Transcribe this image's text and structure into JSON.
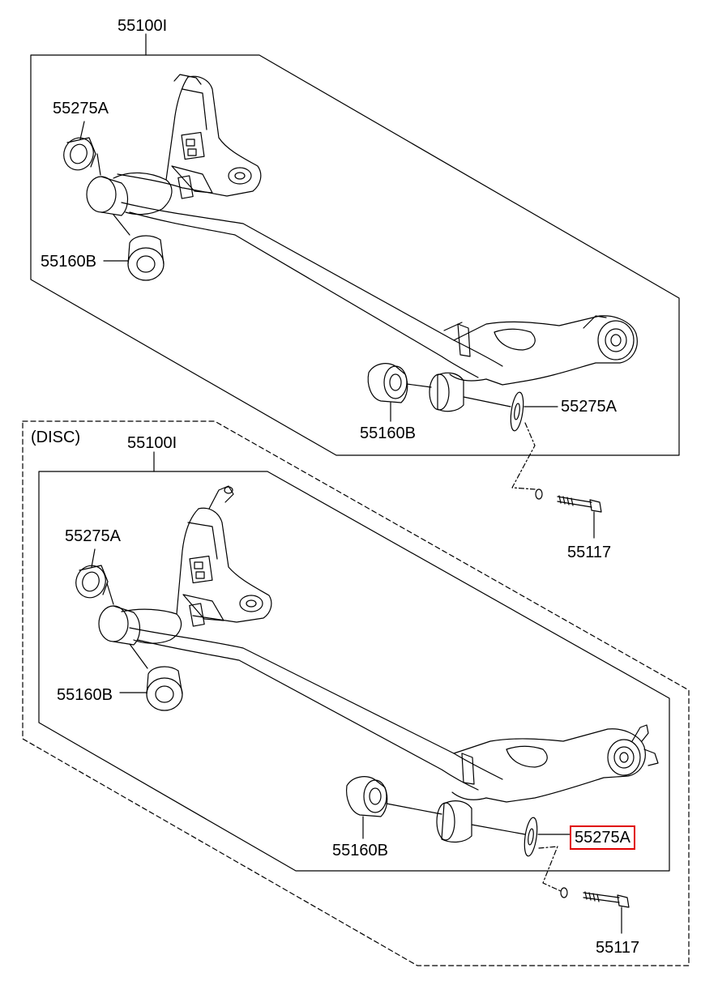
{
  "upper_assembly": {
    "assembly_label": "55100I",
    "labels": {
      "bushing_seat_left": "55275A",
      "bushing_left": "55160B",
      "bushing_right": "55160B",
      "bushing_seat_right": "55275A",
      "bolt": "55117"
    }
  },
  "disc_assembly": {
    "variant_label": "(DISC)",
    "assembly_label": "55100I",
    "labels": {
      "bushing_seat_left": "55275A",
      "bushing_left": "55160B",
      "bushing_right": "55160B",
      "bushing_seat_right": "55275A",
      "bolt": "55117"
    },
    "highlighted_label": "55275A",
    "highlight_color": "#e00000"
  },
  "colors": {
    "line": "#000000",
    "background": "#ffffff",
    "highlight": "#e00000"
  }
}
